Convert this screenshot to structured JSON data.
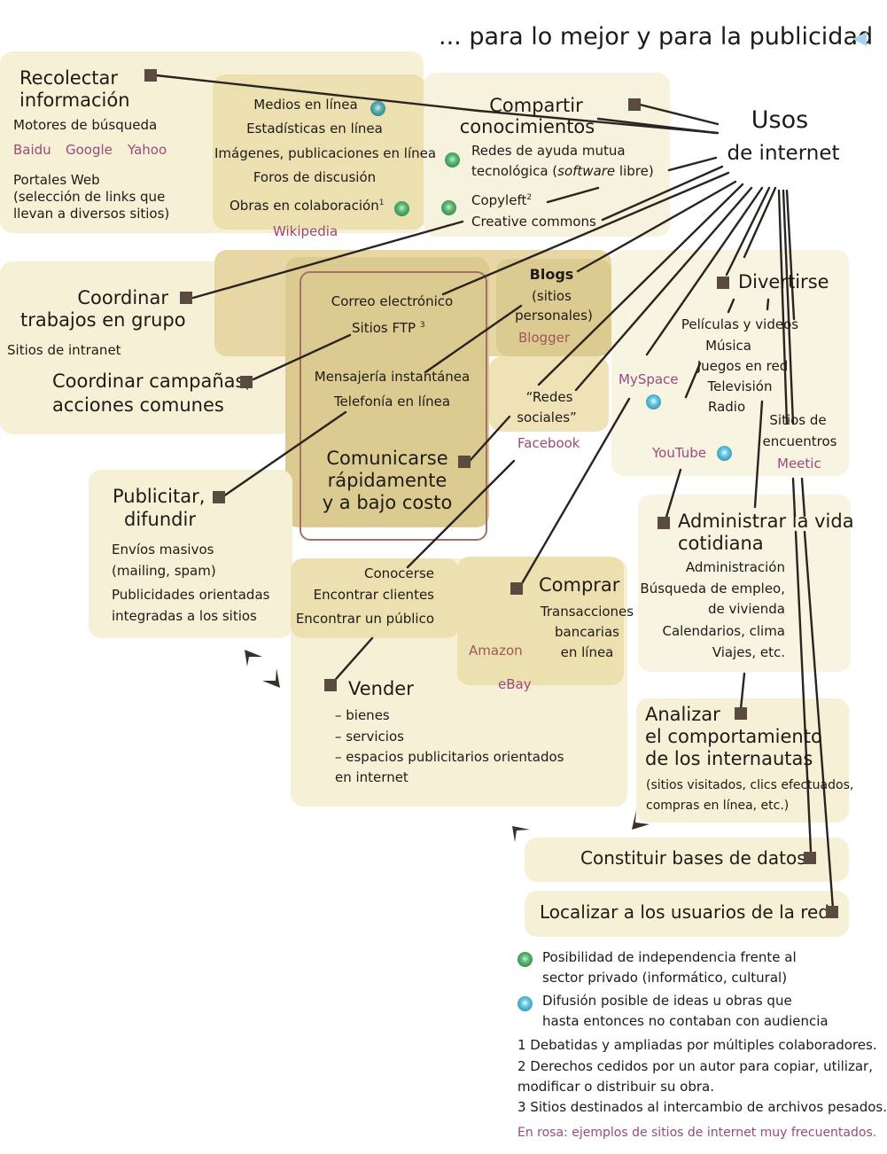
{
  "title": "... para lo mejor y para la publicidad",
  "center": {
    "line1": "Usos",
    "line2": "de internet"
  },
  "recolectar": {
    "title1": "Recolectar",
    "title2": "información",
    "motores": "Motores de búsqueda",
    "sites": [
      "Baidu",
      "Google",
      "Yahoo"
    ],
    "portales1": "Portales Web",
    "portales2": "(selección de links que",
    "portales3": "llevan a diversos sitios)"
  },
  "compartir_list": {
    "items": [
      "Medios en línea",
      "Estadísticas en línea",
      "Imágenes, publicaciones en línea",
      "Foros de discusión",
      "Obras en colaboración"
    ],
    "footnote_mark": "1",
    "site": "Wikipedia"
  },
  "compartir": {
    "title1": "Compartir",
    "title2": "conocimientos",
    "redes1": "Redes de ayuda mutua",
    "redes2_pre": "tecnológica (",
    "redes2_italic": "software",
    "redes2_post": " libre)",
    "copyleft": "Copyleft",
    "copyleft_mark": "2",
    "creative": "Creative commons"
  },
  "coordinar_trabajos": {
    "title1": "Coordinar",
    "title2": "trabajos en grupo",
    "sub": "Sitios de intranet"
  },
  "coordinar_campanas": {
    "title1": "Coordinar campañas,",
    "title2": "acciones comunes"
  },
  "comunicarse": {
    "items": [
      "Correo electrónico",
      "Sitios FTP",
      "Mensajería instantánea",
      "Telefonía en línea"
    ],
    "ftp_mark": "3",
    "title1": "Comunicarse",
    "title2": "rápidamente",
    "title3": "y a bajo costo"
  },
  "blogs": {
    "title": "Blogs",
    "sub1": "(sitios",
    "sub2": "personales)",
    "site": "Blogger"
  },
  "redes_sociales": {
    "line1": "“Redes",
    "line2": "sociales”",
    "site": "Facebook"
  },
  "myspace": "MySpace",
  "youtube": "YouTube",
  "divertirse": {
    "title": "Divertirse",
    "items": [
      "Películas y videos",
      "Música",
      "Juegos en red",
      "Televisión",
      "Radio"
    ],
    "encuentros1": "Sitios de",
    "encuentros2": "encuentros",
    "site": "Meetic"
  },
  "publicitar": {
    "title1": "Publicitar,",
    "title2": "difundir",
    "items": [
      "Envíos masivos",
      "(mailing, spam)",
      "Publicidades orientadas",
      "integradas a los sitios"
    ]
  },
  "conocerse": {
    "items": [
      "Conocerse",
      "Encontrar clientes",
      "Encontrar un público"
    ]
  },
  "comprar": {
    "title": "Comprar",
    "sub1": "Transacciones",
    "sub2": "bancarias",
    "sub3": "en línea",
    "sites": [
      "Amazon",
      "eBay"
    ]
  },
  "administrar": {
    "title1": "Administrar la vida",
    "title2": "cotidiana",
    "items": [
      "Administración",
      "Búsqueda de empleo,",
      "de vivienda",
      "Calendarios, clima",
      "Viajes, etc."
    ]
  },
  "vender": {
    "title": "Vender",
    "items": [
      "– bienes",
      "– servicios",
      "– espacios publicitarios orientados",
      "en internet"
    ]
  },
  "analizar": {
    "title1": "Analizar",
    "title2": "el comportamiento",
    "title3": "de los internautas",
    "sub1": "(sitios visitados, clics efectuados,",
    "sub2": "compras en línea, etc.)"
  },
  "bases": "Constituir bases de datos",
  "localizar": "Localizar a los usuarios de la red",
  "legend": {
    "green": {
      "line1": "Posibilidad de independencia frente al",
      "line2": "sector privado (informático, cultural)",
      "color": "#3e9d5a"
    },
    "blue": {
      "line1": "Difusión posible de ideas u obras que",
      "line2": "hasta entonces no contaban con audiencia",
      "color": "#45aed0"
    },
    "notes": [
      "1 Debatidas y ampliadas por múltiples colaboradores.",
      "2 Derechos cedidos por un autor para copiar, utilizar,",
      "modificar o distribuir su obra.",
      "3 Sitios destinados al intercambio de archivos pesados."
    ],
    "pink_note": "En rosa: ejemplos de sitios de internet muy frecuentados."
  },
  "colors": {
    "pink": "#9a4a7c",
    "node": "#5a4a40",
    "panel": "#f6f0d6"
  }
}
